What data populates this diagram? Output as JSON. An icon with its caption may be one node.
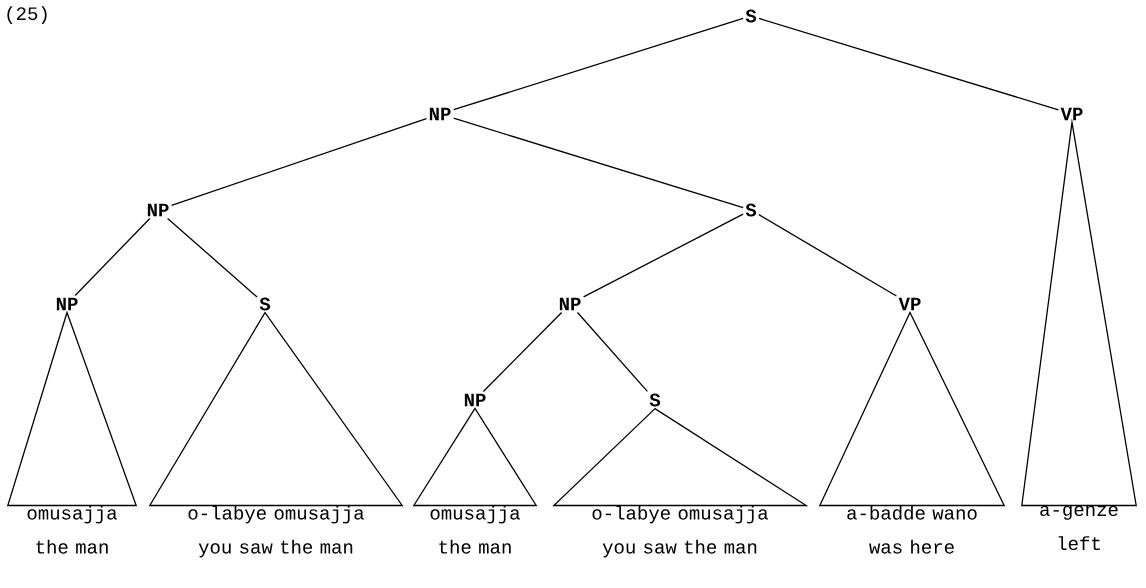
{
  "diagram": {
    "nodes": [
      {
        "text": [
          "S"
        ]
      },
      {
        "text": [
          "NP"
        ]
      },
      {
        "text": [
          "VP"
        ]
      },
      {
        "text": [
          "NP"
        ]
      },
      {
        "text": [
          "S"
        ]
      },
      {
        "text": [
          "NP"
        ]
      },
      {
        "text": [
          "S"
        ]
      },
      {
        "text": [
          "NP"
        ]
      },
      {
        "text": [
          "VP"
        ]
      },
      {
        "text": [
          "NP"
        ]
      },
      {
        "text": [
          "S"
        ]
      },
      {
        "text": [
          "omusajja",
          "the man"
        ]
      },
      {
        "text": [
          "o-labye omusajja",
          "you saw the man"
        ]
      },
      {
        "text": [
          "omusajja",
          "the man"
        ]
      },
      {
        "text": [
          "o-labye omusajja",
          "you saw the man"
        ]
      },
      {
        "text": [
          "a-badde wano",
          "was here"
        ]
      },
      {
        "text": [
          "a-genze",
          "left"
        ]
      }
    ],
    "edges": [
      {
        "from": 0,
        "to": 1,
        "arrow": "none"
      },
      {
        "from": 0,
        "to": 2,
        "arrow": "none"
      },
      {
        "from": 1,
        "to": 3,
        "arrow": "none"
      },
      {
        "from": 1,
        "to": 4,
        "arrow": "none"
      },
      {
        "from": 3,
        "to": 5,
        "arrow": "none"
      },
      {
        "from": 3,
        "to": 6,
        "arrow": "none"
      },
      {
        "from": 4,
        "to": 7,
        "arrow": "none"
      },
      {
        "from": 4,
        "to": 8,
        "arrow": "none"
      },
      {
        "from": 7,
        "to": 9,
        "arrow": "none"
      },
      {
        "from": 7,
        "to": 10,
        "arrow": "none"
      },
      {
        "from": 5,
        "to": 11,
        "arrow": "none"
      },
      {
        "from": 6,
        "to": 12,
        "arrow": "none"
      },
      {
        "from": 9,
        "to": 13,
        "arrow": "none"
      },
      {
        "from": 10,
        "to": 14,
        "arrow": "none"
      },
      {
        "from": 8,
        "to": 15,
        "arrow": "none"
      },
      {
        "from": 2,
        "to": 16,
        "arrow": "none"
      }
    ],
    "labels": [
      "(25)"
    ]
  }
}
